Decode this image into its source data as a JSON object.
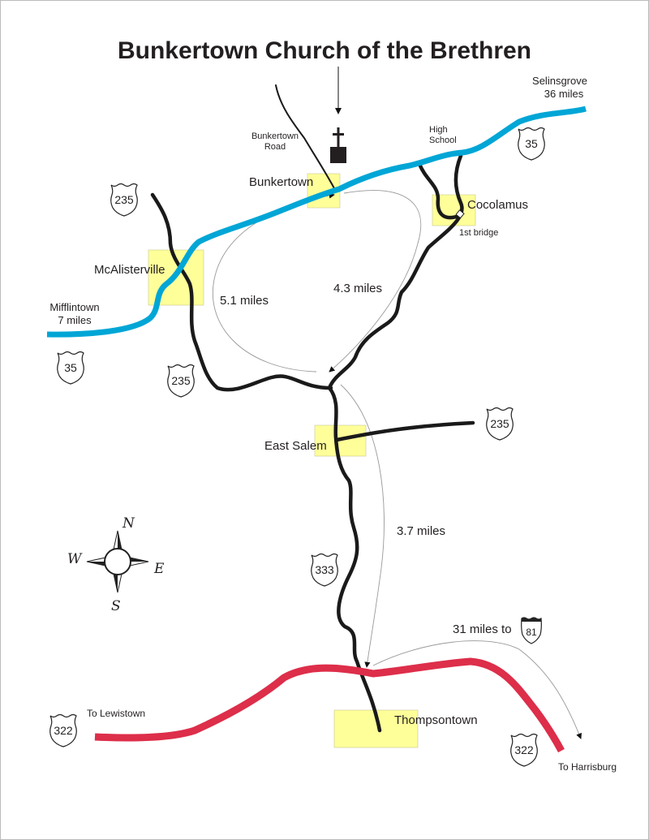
{
  "title": "Bunkertown Church of the Brethren",
  "colors": {
    "route_35": "#00a6d6",
    "route_322": "#dd2e4a",
    "town_box": "#ffff99",
    "local_road": "#1a1a1a"
  },
  "towns": {
    "bunkertown": "Bunkertown",
    "cocolamus": "Cocolamus",
    "mcalisterville": "McAlisterville",
    "east_salem": "East Salem",
    "thompsontown": "Thompsontown"
  },
  "landmarks": {
    "bunkertown_road_1": "Bunkertown",
    "bunkertown_road_2": "Road",
    "high_school_1": "High",
    "high_school_2": "School",
    "first_bridge": "1st bridge"
  },
  "destinations": {
    "selinsgrove_1": "Selinsgrove",
    "selinsgrove_2": "36 miles",
    "mifflintown_1": "Mifflintown",
    "mifflintown_2": "7 miles",
    "lewistown": "To Lewistown",
    "harrisburg": "To Harrisburg",
    "to_81": "31 miles to"
  },
  "distances": {
    "d1": "5.1 miles",
    "d2": "4.3 miles",
    "d3": "3.7 miles"
  },
  "shields": {
    "r235_nw": "235",
    "r35_ne": "35",
    "r35_w": "35",
    "r235_sw": "235",
    "r235_e": "235",
    "r333": "333",
    "r322_w": "322",
    "r322_e": "322",
    "i81": "81"
  },
  "compass": {
    "n": "N",
    "s": "S",
    "e": "E",
    "w": "W"
  }
}
